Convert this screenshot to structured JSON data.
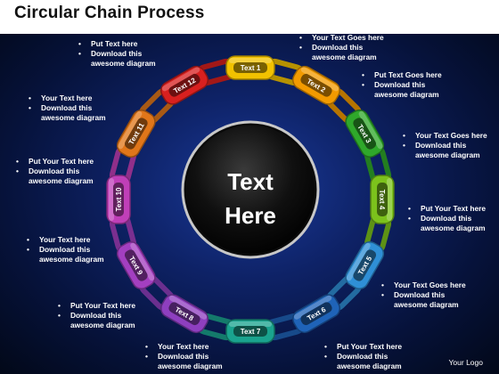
{
  "title": "Circular Chain Process",
  "center_text": {
    "line1": "Text",
    "line2": "Here"
  },
  "logo": "Your Logo",
  "links": [
    {
      "label": "Text 1",
      "color": "#f2c200"
    },
    {
      "label": "Text 2",
      "color": "#f29a00"
    },
    {
      "label": "Text 3",
      "color": "#2fa82b"
    },
    {
      "label": "Text 4",
      "color": "#7cc21c"
    },
    {
      "label": "Text 5",
      "color": "#2f8fd6"
    },
    {
      "label": "Text 6",
      "color": "#1f63b8"
    },
    {
      "label": "Text 7",
      "color": "#1aa38e"
    },
    {
      "label": "Text 8",
      "color": "#8e3fbf"
    },
    {
      "label": "Text 9",
      "color": "#a33fc0"
    },
    {
      "label": "Text 10",
      "color": "#c03fb8"
    },
    {
      "label": "Text 11",
      "color": "#e0761a"
    },
    {
      "label": "Text 12",
      "color": "#d8201f"
    }
  ],
  "notes": [
    {
      "lines": [
        "Put Text  here",
        "Download this",
        "awesome diagram"
      ]
    },
    {
      "lines": [
        "Your Text Goes here",
        "Download this",
        "awesome diagram"
      ]
    },
    {
      "lines": [
        "Put Text Goes here",
        "Download this",
        "awesome diagram"
      ]
    },
    {
      "lines": [
        "Your Text  here",
        "Download this",
        "awesome diagram"
      ]
    },
    {
      "lines": [
        "Your Text Goes here",
        "Download this",
        "awesome diagram"
      ]
    },
    {
      "lines": [
        "Put Your Text  here",
        "Download this",
        "awesome diagram"
      ]
    },
    {
      "lines": [
        "Put Your Text  here",
        "Download this",
        "awesome diagram"
      ]
    },
    {
      "lines": [
        "Your Text  here",
        "Download this",
        "awesome diagram"
      ]
    },
    {
      "lines": [
        "Your Text Goes here",
        "Download this",
        "awesome diagram"
      ]
    },
    {
      "lines": [
        "Put Your Text  here",
        "Download this",
        "awesome diagram"
      ]
    },
    {
      "lines": [
        "Your Text  here",
        "Download this",
        "awesome diagram"
      ]
    },
    {
      "lines": [
        "Put Your Text  here",
        "Download this",
        "awesome diagram"
      ]
    }
  ]
}
